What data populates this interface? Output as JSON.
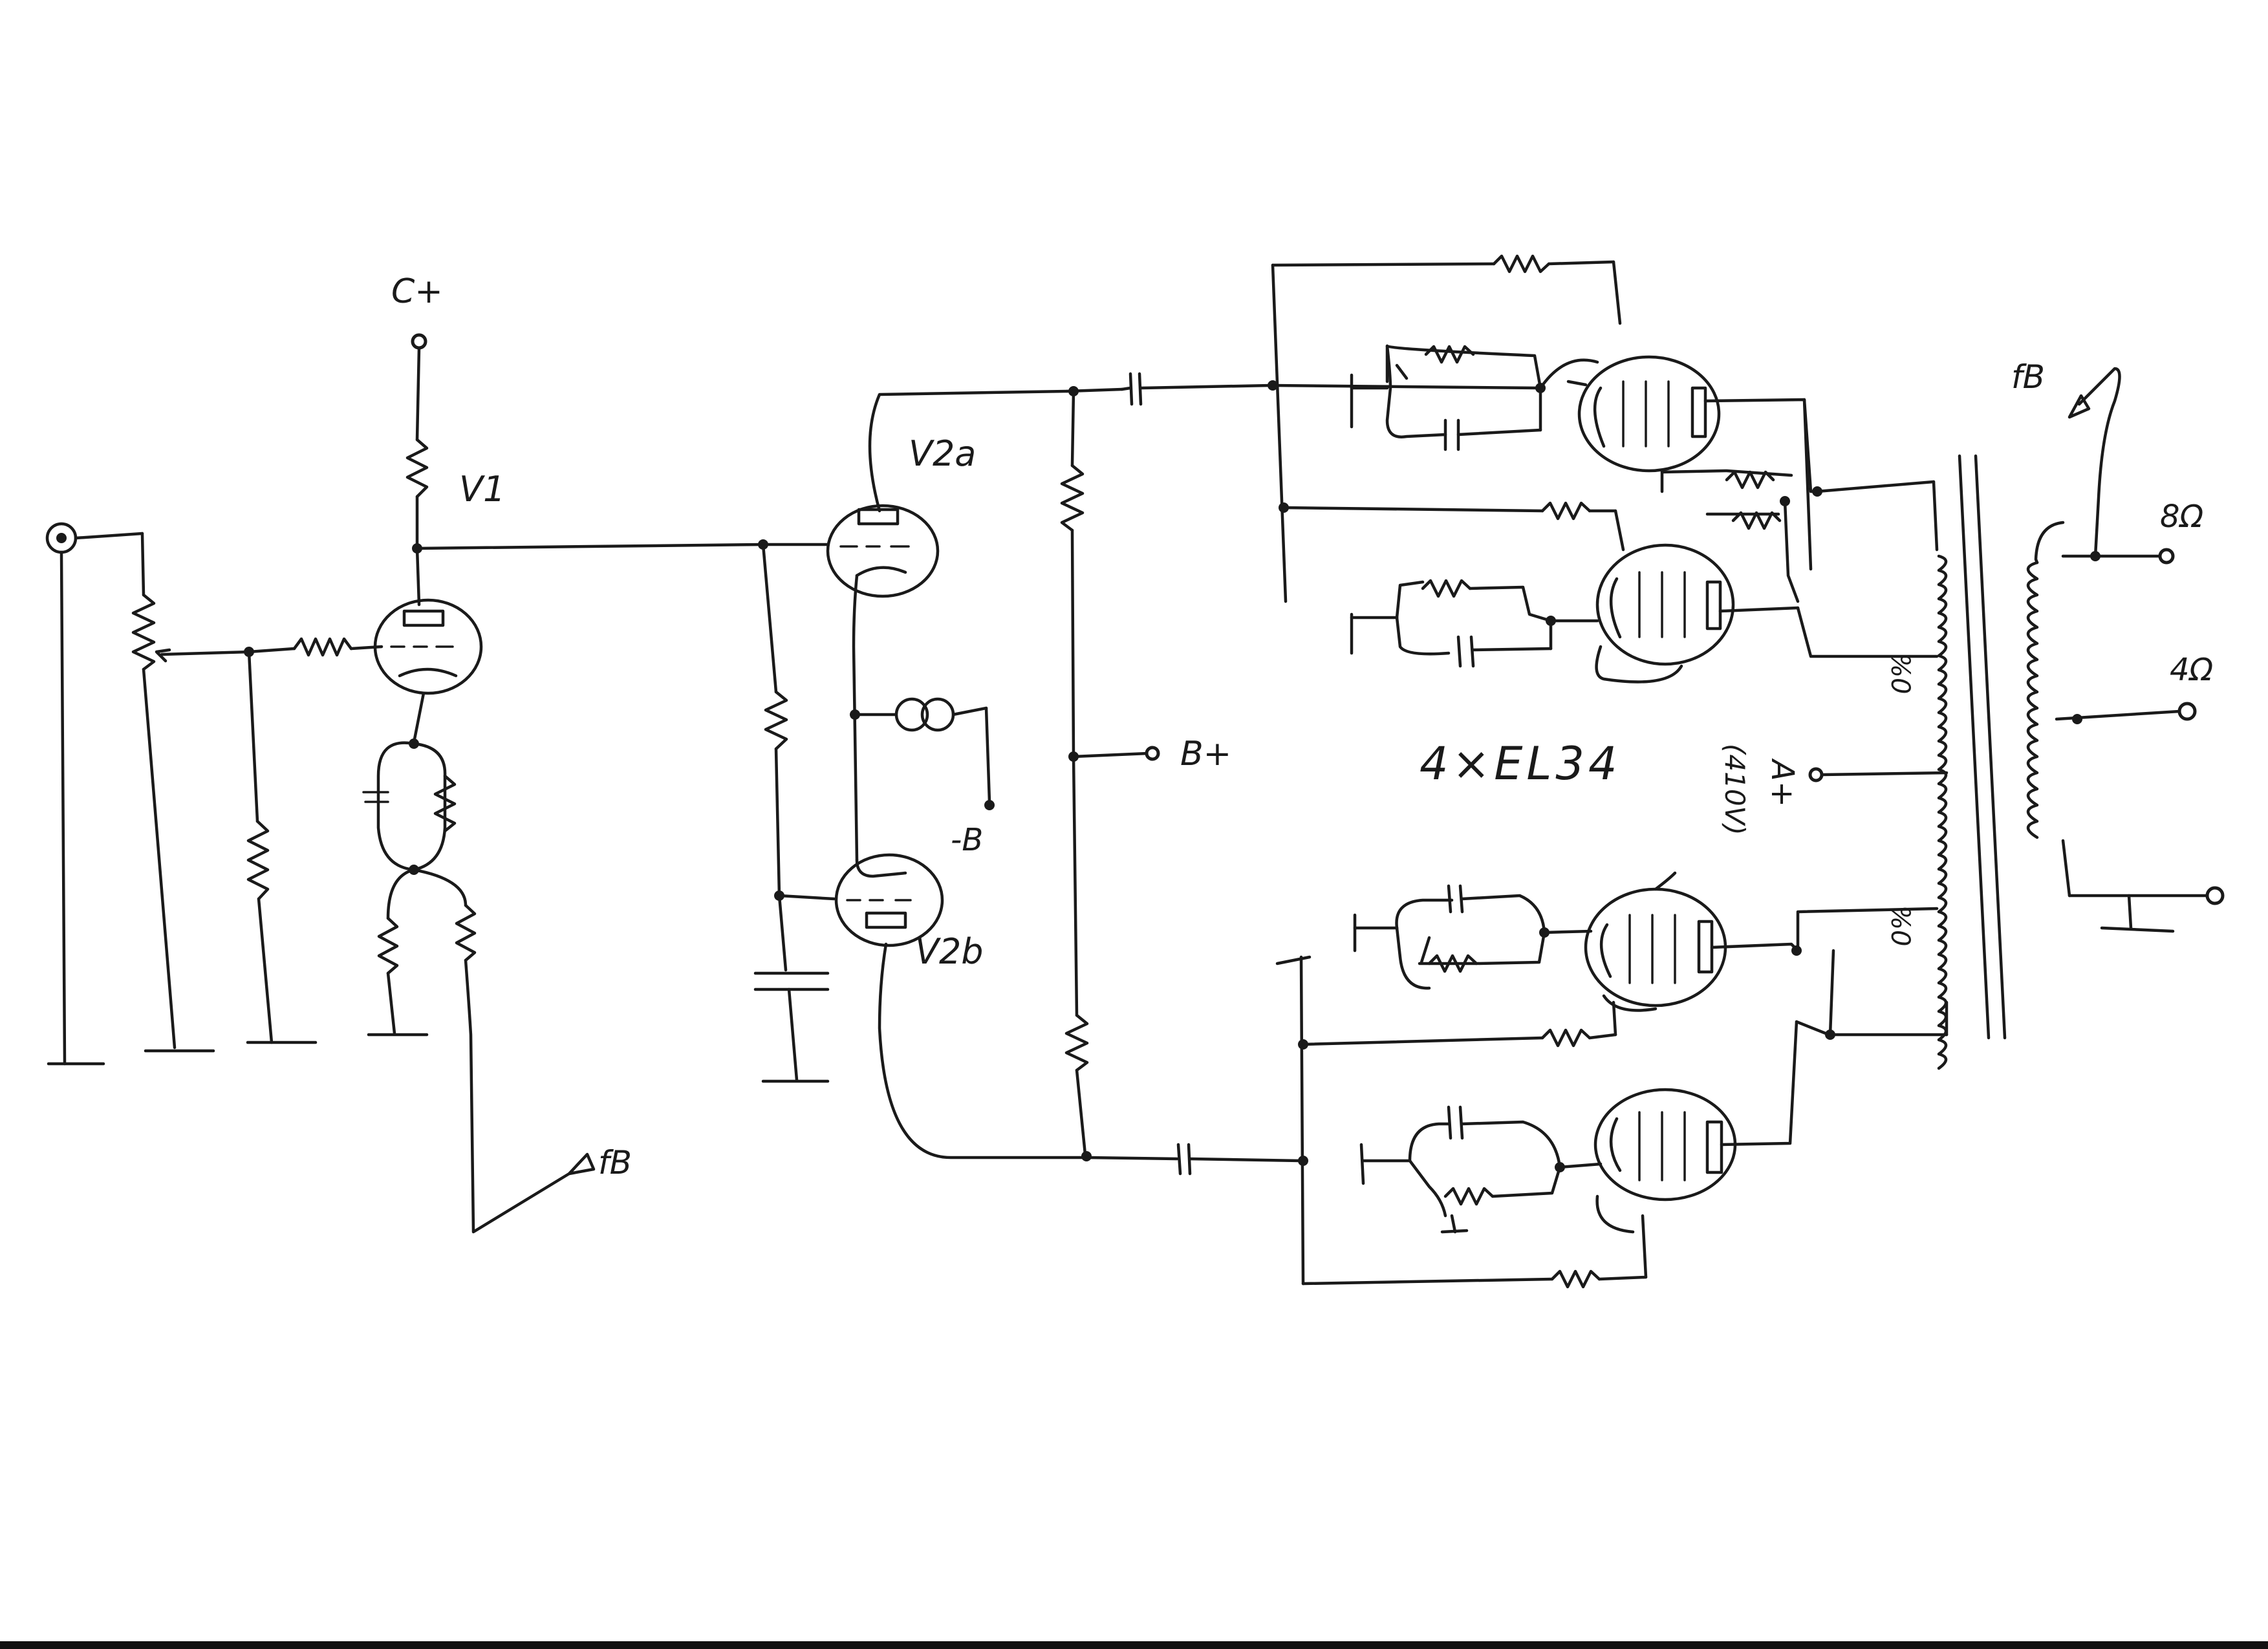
{
  "diagram": {
    "labels": {
      "c_plus": "C+",
      "v1": "V1",
      "v2a": "V2a",
      "v2b": "V2b",
      "minus_b": "-B",
      "b_plus": "B+",
      "tubes": "4×EL34",
      "a_plus": "A+",
      "a_plus_voltage": "(410V)",
      "tap_upper": "%0",
      "tap_lower": "%0",
      "feedback_left": "fB",
      "feedback_right": "fB",
      "out_8": "8Ω",
      "out_4": "4Ω"
    }
  }
}
